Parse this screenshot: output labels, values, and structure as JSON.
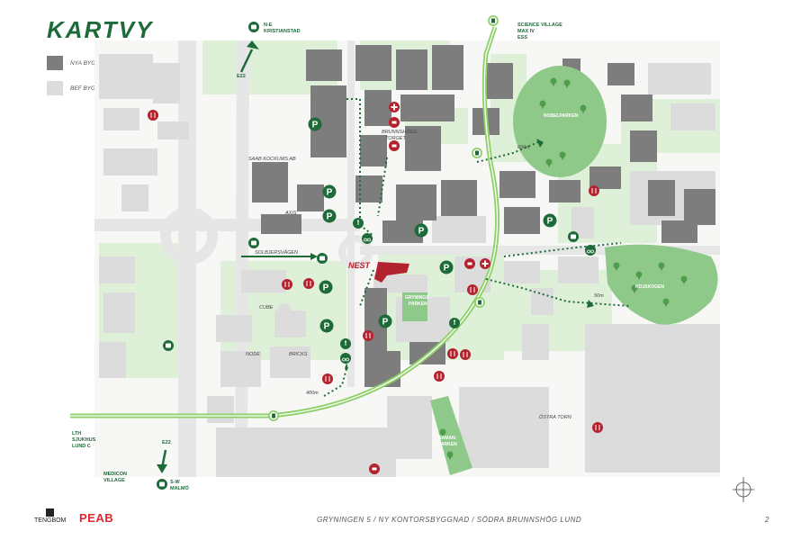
{
  "title": "KARTVY",
  "legend": [
    {
      "label": "NYA BYGGNADER",
      "color": "#7d7d7d"
    },
    {
      "label": "BEF BYGGNADER",
      "color": "#dcdcdc"
    }
  ],
  "colors": {
    "park": "#8fc98a",
    "green_area": "#dff0d8",
    "tram": "#8ed06a",
    "new_building": "#7d7d7d",
    "existing_building": "#dcdcdc",
    "highlight": "#b3232f",
    "brand_green": "#1e6b3a"
  },
  "labels": {
    "ne_kristianstad": [
      "N-E",
      "KRISTIANSTAD"
    ],
    "science_village": [
      "SCIENCE VILLAGE",
      "MAX IV",
      "ESS"
    ],
    "e22_top": "E22",
    "e22_bottom": "E22",
    "nobelparken": "NOBELPARKEN",
    "kojskogen": "KOJSKOGEN",
    "brunnshogs_torget": [
      "BRUNNSHÖGS-",
      "TORGET"
    ],
    "saab": "SAAB KOCKUMS AB",
    "axis": "AXIS",
    "solbjersvagen": "SOLBJERSVÄGEN",
    "nest": "NEST",
    "gryningsparken": [
      "GRYNINGS-",
      "PARKEN"
    ],
    "cube": "CUBE",
    "node": "NODE",
    "bricks": "BRICKS",
    "ostra_torn": "ÖSTRA TORN",
    "ramanparken": [
      "RAMAN-",
      "PARKEN"
    ],
    "ltn": [
      "LTH",
      "SJUKHUS",
      "LUND C"
    ],
    "medicon": [
      "MEDICON",
      "VILLAGE"
    ],
    "sw_malmo": [
      "S-W",
      "MALMÖ"
    ],
    "dist_600_top": "600m",
    "dist_50_right": "50m",
    "dist_400": "400m"
  },
  "icons": {
    "parking": "P",
    "bus": "bus",
    "tram": "tram",
    "restaurant": "fork-knife",
    "health": "cross",
    "shop": "cart",
    "bike": "bicycle",
    "walk": "pedestrian"
  },
  "footer": {
    "caption": "GRYNINGEN 5 / NY KONTORSBYGGNAD / SÖDRA BRUNNSHÖG LUND",
    "page": "2",
    "logo_left": "TENGBOM",
    "logo_right": "PEAB"
  }
}
